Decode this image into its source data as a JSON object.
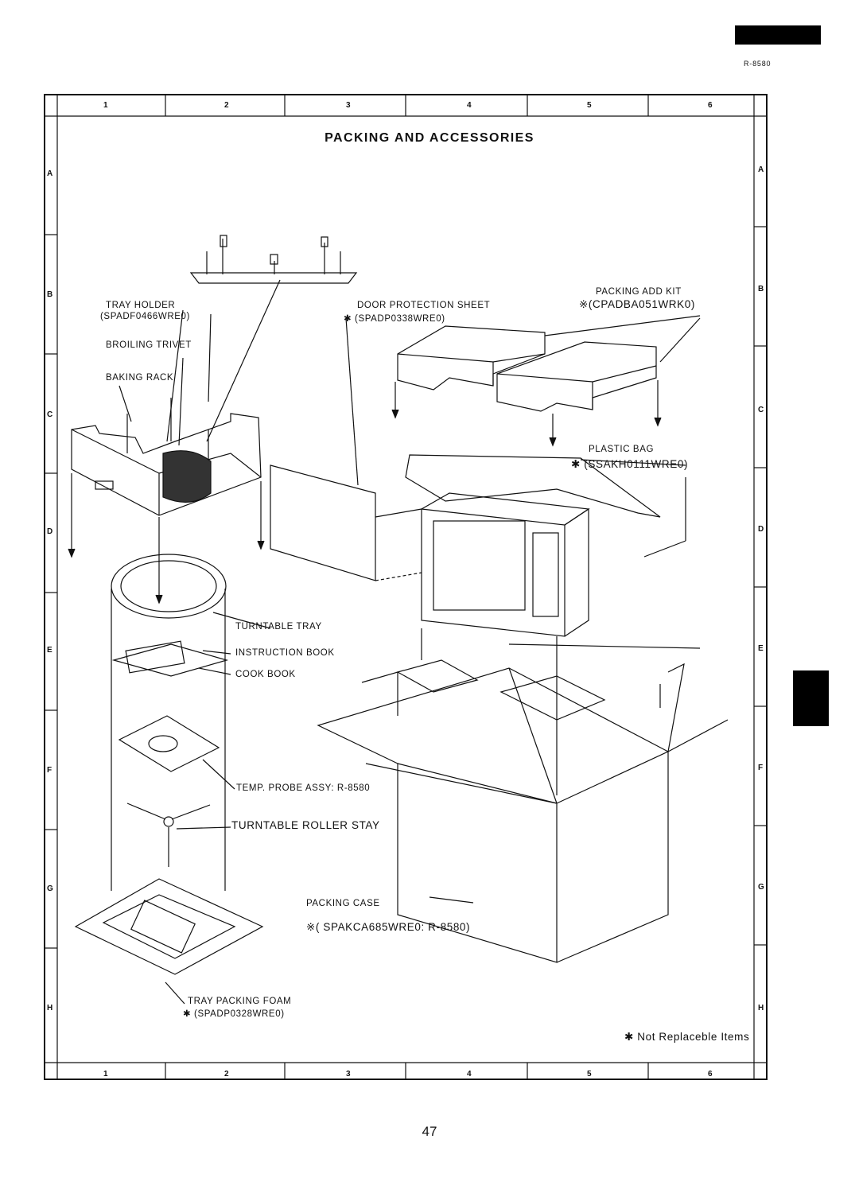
{
  "page": {
    "title": "PACKING AND ACCESSORIES",
    "model": "R-8580",
    "page_number": "47",
    "note": "✱ Not Replaceble Items"
  },
  "grid": {
    "columns": [
      "1",
      "2",
      "3",
      "4",
      "5",
      "6"
    ],
    "rows": [
      "A",
      "B",
      "C",
      "D",
      "E",
      "F",
      "G",
      "H"
    ]
  },
  "labels": {
    "tray_holder": "TRAY HOLDER",
    "tray_holder_part": "(SPADF0466WRE0)",
    "broiling_trivet": "BROILING TRIVET",
    "baking_rack": "BAKING RACK",
    "door_protection_sheet": "DOOR PROTECTION SHEET",
    "door_protection_part": "✱ (SPADP0338WRE0)",
    "packing_add_kit": "PACKING ADD KIT",
    "packing_add_kit_part": "※(CPADBA051WRK0)",
    "plastic_bag": "PLASTIC BAG",
    "plastic_bag_part": "✱ (SSAKH0111WRE0)",
    "turntable_tray": "TURNTABLE TRAY",
    "instruction_book": "INSTRUCTION BOOK",
    "cook_book": "COOK BOOK",
    "temp_probe": "TEMP. PROBE ASSY: R-8580",
    "turntable_roller_stay": "TURNTABLE ROLLER STAY",
    "packing_case": "PACKING CASE",
    "packing_case_part": "※( SPAKCA685WRE0: R-8580)",
    "tray_packing_foam": "TRAY PACKING FOAM",
    "tray_packing_foam_part": "✱ (SPADP0328WRE0)"
  }
}
